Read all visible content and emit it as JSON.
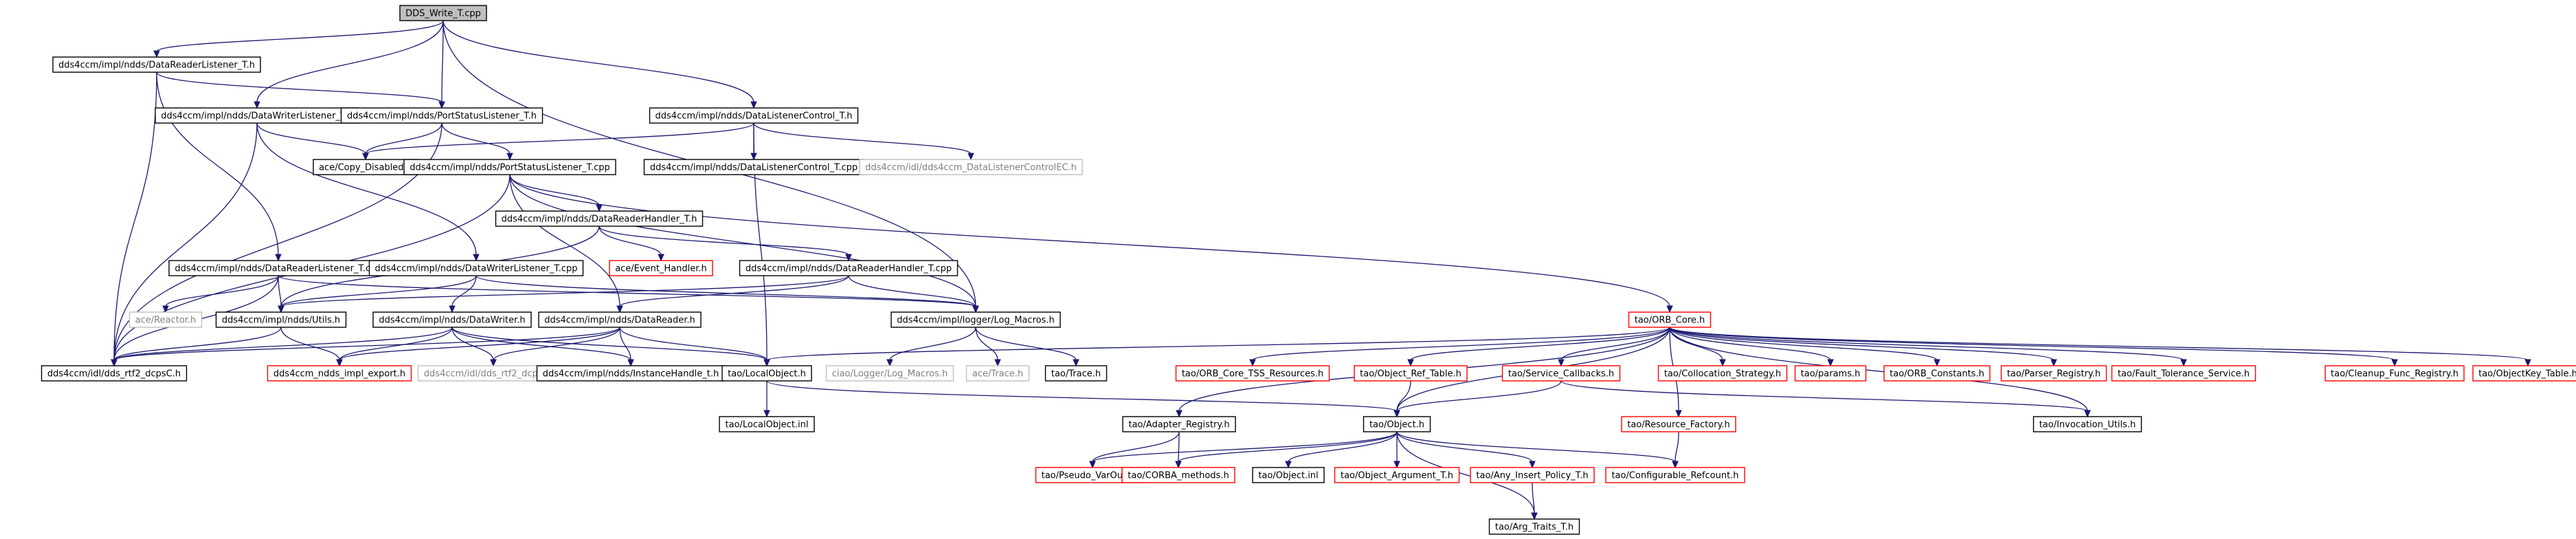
{
  "diagram": {
    "type": "include-dependency-graph",
    "colors": {
      "edge": "#191970",
      "root_fill": "#bfbfbf",
      "normal_border": "#000000",
      "missing_border": "#ff0000",
      "external_border": "#bfbfbf",
      "external_text": "#7f7f7f"
    },
    "nodes": [
      {
        "id": "dds_write",
        "label": "DDS_Write_T.cpp",
        "kind": "root"
      },
      {
        "id": "drl_h",
        "label": "dds4ccm/impl/ndds/DataReaderListener_T.h",
        "kind": "normal"
      },
      {
        "id": "dwl_h",
        "label": "dds4ccm/impl/ndds/DataWriterListener_T.h",
        "kind": "normal"
      },
      {
        "id": "psl_h",
        "label": "dds4ccm/impl/ndds/PortStatusListener_T.h",
        "kind": "normal"
      },
      {
        "id": "dlc_h",
        "label": "dds4ccm/impl/ndds/DataListenerControl_T.h",
        "kind": "normal"
      },
      {
        "id": "copy_disabled",
        "label": "ace/Copy_Disabled.h",
        "kind": "normal"
      },
      {
        "id": "psl_cpp",
        "label": "dds4ccm/impl/ndds/PortStatusListener_T.cpp",
        "kind": "normal"
      },
      {
        "id": "dlc_cpp",
        "label": "dds4ccm/impl/ndds/DataListenerControl_T.cpp",
        "kind": "normal"
      },
      {
        "id": "dlc_ec",
        "label": "dds4ccm/idl/dds4ccm_DataListenerControlEC.h",
        "kind": "external"
      },
      {
        "id": "drh_h",
        "label": "dds4ccm/impl/ndds/DataReaderHandler_T.h",
        "kind": "normal"
      },
      {
        "id": "event_handler",
        "label": "ace/Event_Handler.h",
        "kind": "missing"
      },
      {
        "id": "drl_cpp",
        "label": "dds4ccm/impl/ndds/DataReaderListener_T.cpp",
        "kind": "normal"
      },
      {
        "id": "dwl_cpp",
        "label": "dds4ccm/impl/ndds/DataWriterListener_T.cpp",
        "kind": "normal"
      },
      {
        "id": "drh_cpp",
        "label": "dds4ccm/impl/ndds/DataReaderHandler_T.cpp",
        "kind": "normal"
      },
      {
        "id": "orb_core",
        "label": "tao/ORB_Core.h",
        "kind": "missing"
      },
      {
        "id": "reactor",
        "label": "ace/Reactor.h",
        "kind": "external"
      },
      {
        "id": "utils",
        "label": "dds4ccm/impl/ndds/Utils.h",
        "kind": "normal"
      },
      {
        "id": "datawriter",
        "label": "dds4ccm/impl/ndds/DataWriter.h",
        "kind": "normal"
      },
      {
        "id": "datareader",
        "label": "dds4ccm/impl/ndds/DataReader.h",
        "kind": "normal"
      },
      {
        "id": "log_macros",
        "label": "dds4ccm/impl/logger/Log_Macros.h",
        "kind": "normal"
      },
      {
        "id": "rtf2_c",
        "label": "dds4ccm/idl/dds_rtf2_dcpsC.h",
        "kind": "normal"
      },
      {
        "id": "impl_export",
        "label": "dds4ccm_ndds_impl_export.h",
        "kind": "missing"
      },
      {
        "id": "rtf2_ec",
        "label": "dds4ccm/idl/dds_rtf2_dcpsEC.h",
        "kind": "external"
      },
      {
        "id": "instance_handle",
        "label": "dds4ccm/impl/ndds/InstanceHandle_t.h",
        "kind": "normal"
      },
      {
        "id": "local_object_h",
        "label": "tao/LocalObject.h",
        "kind": "normal"
      },
      {
        "id": "ciao_log_macros",
        "label": "ciao/Logger/Log_Macros.h",
        "kind": "external"
      },
      {
        "id": "ace_trace",
        "label": "ace/Trace.h",
        "kind": "external"
      },
      {
        "id": "tao_trace",
        "label": "tao/Trace.h",
        "kind": "normal"
      },
      {
        "id": "tss_resources",
        "label": "tao/ORB_Core_TSS_Resources.h",
        "kind": "missing"
      },
      {
        "id": "object_ref_table",
        "label": "tao/Object_Ref_Table.h",
        "kind": "missing"
      },
      {
        "id": "service_callbacks",
        "label": "tao/Service_Callbacks.h",
        "kind": "missing"
      },
      {
        "id": "collocation_strategy",
        "label": "tao/Collocation_Strategy.h",
        "kind": "missing"
      },
      {
        "id": "params",
        "label": "tao/params.h",
        "kind": "missing"
      },
      {
        "id": "orb_constants",
        "label": "tao/ORB_Constants.h",
        "kind": "missing"
      },
      {
        "id": "parser_registry",
        "label": "tao/Parser_Registry.h",
        "kind": "missing"
      },
      {
        "id": "fault_tolerance",
        "label": "tao/Fault_Tolerance_Service.h",
        "kind": "missing"
      },
      {
        "id": "cleanup_func",
        "label": "tao/Cleanup_Func_Registry.h",
        "kind": "missing"
      },
      {
        "id": "objectkey_table",
        "label": "tao/ObjectKey_Table.h",
        "kind": "missing"
      },
      {
        "id": "local_object_inl",
        "label": "tao/LocalObject.inl",
        "kind": "normal"
      },
      {
        "id": "adapter_registry",
        "label": "tao/Adapter_Registry.h",
        "kind": "normal"
      },
      {
        "id": "object_h",
        "label": "tao/Object.h",
        "kind": "normal"
      },
      {
        "id": "resource_factory",
        "label": "tao/Resource_Factory.h",
        "kind": "missing"
      },
      {
        "id": "invocation_utils",
        "label": "tao/Invocation_Utils.h",
        "kind": "normal"
      },
      {
        "id": "pseudo_varout",
        "label": "tao/Pseudo_VarOut_T.h",
        "kind": "missing"
      },
      {
        "id": "corba_methods",
        "label": "tao/CORBA_methods.h",
        "kind": "missing"
      },
      {
        "id": "object_inl",
        "label": "tao/Object.inl",
        "kind": "normal"
      },
      {
        "id": "object_argument",
        "label": "tao/Object_Argument_T.h",
        "kind": "missing"
      },
      {
        "id": "any_insert_policy",
        "label": "tao/Any_Insert_Policy_T.h",
        "kind": "missing"
      },
      {
        "id": "configurable_refcount",
        "label": "tao/Configurable_Refcount.h",
        "kind": "missing"
      },
      {
        "id": "arg_traits",
        "label": "tao/Arg_Traits_T.h",
        "kind": "normal"
      }
    ],
    "edges": [
      [
        "dds_write",
        "drl_h"
      ],
      [
        "dds_write",
        "dwl_h"
      ],
      [
        "dds_write",
        "psl_h"
      ],
      [
        "dds_write",
        "dlc_h"
      ],
      [
        "dds_write",
        "log_macros"
      ],
      [
        "drl_h",
        "psl_h"
      ],
      [
        "drl_h",
        "rtf2_c"
      ],
      [
        "drl_h",
        "drl_cpp"
      ],
      [
        "dwl_h",
        "copy_disabled"
      ],
      [
        "dwl_h",
        "rtf2_c"
      ],
      [
        "dwl_h",
        "dwl_cpp"
      ],
      [
        "psl_h",
        "copy_disabled"
      ],
      [
        "psl_h",
        "rtf2_c"
      ],
      [
        "psl_h",
        "psl_cpp"
      ],
      [
        "dlc_h",
        "copy_disabled"
      ],
      [
        "dlc_h",
        "dlc_cpp"
      ],
      [
        "dlc_h",
        "dlc_ec"
      ],
      [
        "dlc_h",
        "local_object_h"
      ],
      [
        "psl_cpp",
        "drh_h"
      ],
      [
        "psl_cpp",
        "rtf2_c"
      ],
      [
        "psl_cpp",
        "datareader"
      ],
      [
        "psl_cpp",
        "log_macros"
      ],
      [
        "psl_cpp",
        "orb_core"
      ],
      [
        "drh_h",
        "event_handler"
      ],
      [
        "drh_h",
        "drh_cpp"
      ],
      [
        "drh_h",
        "utils"
      ],
      [
        "drl_cpp",
        "reactor"
      ],
      [
        "drl_cpp",
        "utils"
      ],
      [
        "drl_cpp",
        "log_macros"
      ],
      [
        "drl_cpp",
        "rtf2_c"
      ],
      [
        "dwl_cpp",
        "utils"
      ],
      [
        "dwl_cpp",
        "datawriter"
      ],
      [
        "dwl_cpp",
        "log_macros"
      ],
      [
        "drh_cpp",
        "utils"
      ],
      [
        "drh_cpp",
        "datareader"
      ],
      [
        "drh_cpp",
        "log_macros"
      ],
      [
        "utils",
        "rtf2_c"
      ],
      [
        "utils",
        "impl_export"
      ],
      [
        "datawriter",
        "rtf2_c"
      ],
      [
        "datawriter",
        "impl_export"
      ],
      [
        "datawriter",
        "rtf2_ec"
      ],
      [
        "datawriter",
        "instance_handle"
      ],
      [
        "datawriter",
        "local_object_h"
      ],
      [
        "datareader",
        "rtf2_c"
      ],
      [
        "datareader",
        "impl_export"
      ],
      [
        "datareader",
        "rtf2_ec"
      ],
      [
        "datareader",
        "instance_handle"
      ],
      [
        "datareader",
        "local_object_h"
      ],
      [
        "log_macros",
        "ciao_log_macros"
      ],
      [
        "log_macros",
        "ace_trace"
      ],
      [
        "log_macros",
        "tao_trace"
      ],
      [
        "orb_core",
        "local_object_h"
      ],
      [
        "orb_core",
        "tss_resources"
      ],
      [
        "orb_core",
        "object_ref_table"
      ],
      [
        "orb_core",
        "service_callbacks"
      ],
      [
        "orb_core",
        "collocation_strategy"
      ],
      [
        "orb_core",
        "params"
      ],
      [
        "orb_core",
        "orb_constants"
      ],
      [
        "orb_core",
        "parser_registry"
      ],
      [
        "orb_core",
        "fault_tolerance"
      ],
      [
        "orb_core",
        "cleanup_func"
      ],
      [
        "orb_core",
        "objectkey_table"
      ],
      [
        "orb_core",
        "adapter_registry"
      ],
      [
        "orb_core",
        "object_h"
      ],
      [
        "orb_core",
        "resource_factory"
      ],
      [
        "orb_core",
        "invocation_utils"
      ],
      [
        "local_object_h",
        "local_object_inl"
      ],
      [
        "local_object_h",
        "object_h"
      ],
      [
        "object_ref_table",
        "object_h"
      ],
      [
        "service_callbacks",
        "object_h"
      ],
      [
        "service_callbacks",
        "invocation_utils"
      ],
      [
        "adapter_registry",
        "pseudo_varout"
      ],
      [
        "adapter_registry",
        "corba_methods"
      ],
      [
        "resource_factory",
        "configurable_refcount"
      ],
      [
        "object_h",
        "pseudo_varout"
      ],
      [
        "object_h",
        "corba_methods"
      ],
      [
        "object_h",
        "object_inl"
      ],
      [
        "object_h",
        "object_argument"
      ],
      [
        "object_h",
        "any_insert_policy"
      ],
      [
        "object_h",
        "configurable_refcount"
      ],
      [
        "object_h",
        "arg_traits"
      ],
      [
        "any_insert_policy",
        "arg_traits"
      ]
    ]
  }
}
